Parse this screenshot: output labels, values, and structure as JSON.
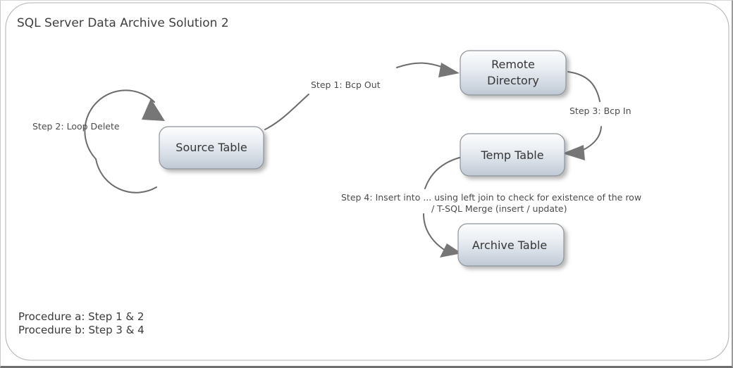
{
  "diagram": {
    "title": "SQL Server Data Archive Solution  2",
    "nodes": [
      {
        "id": "source-table",
        "label": "Source Table"
      },
      {
        "id": "remote-directory",
        "label": "Remote",
        "label2": "Directory"
      },
      {
        "id": "temp-table",
        "label": "Temp Table"
      },
      {
        "id": "archive-table",
        "label": "Archive Table"
      }
    ],
    "step_labels": [
      {
        "id": "step-1",
        "text": "Step 1:  Bcp Out"
      },
      {
        "id": "step-2",
        "text": "Step 2:  Loop Delete"
      },
      {
        "id": "step-3",
        "text": "Step 3:  Bcp In"
      },
      {
        "id": "step-4-line1",
        "text": "Step 4:  Insert into ... using left join to check for existence of the row"
      },
      {
        "id": "step-4-line2",
        "text": "/ T-SQL Merge (insert / update)"
      }
    ],
    "footnotes": [
      {
        "id": "procedure-a",
        "text": "Procedure a:  Step 1 & 2"
      },
      {
        "id": "procedure-b",
        "text": "Procedure b:  Step 3 & 4"
      }
    ],
    "colors": {
      "node_fill_top": "#fbfcfd",
      "node_fill_bottom": "#c2cbd6",
      "node_border": "#8e949c",
      "arrow": "#6b6b6b",
      "text": "#3f3f3f",
      "card_border": "#b5b5b5",
      "background": "#ffffff"
    }
  }
}
